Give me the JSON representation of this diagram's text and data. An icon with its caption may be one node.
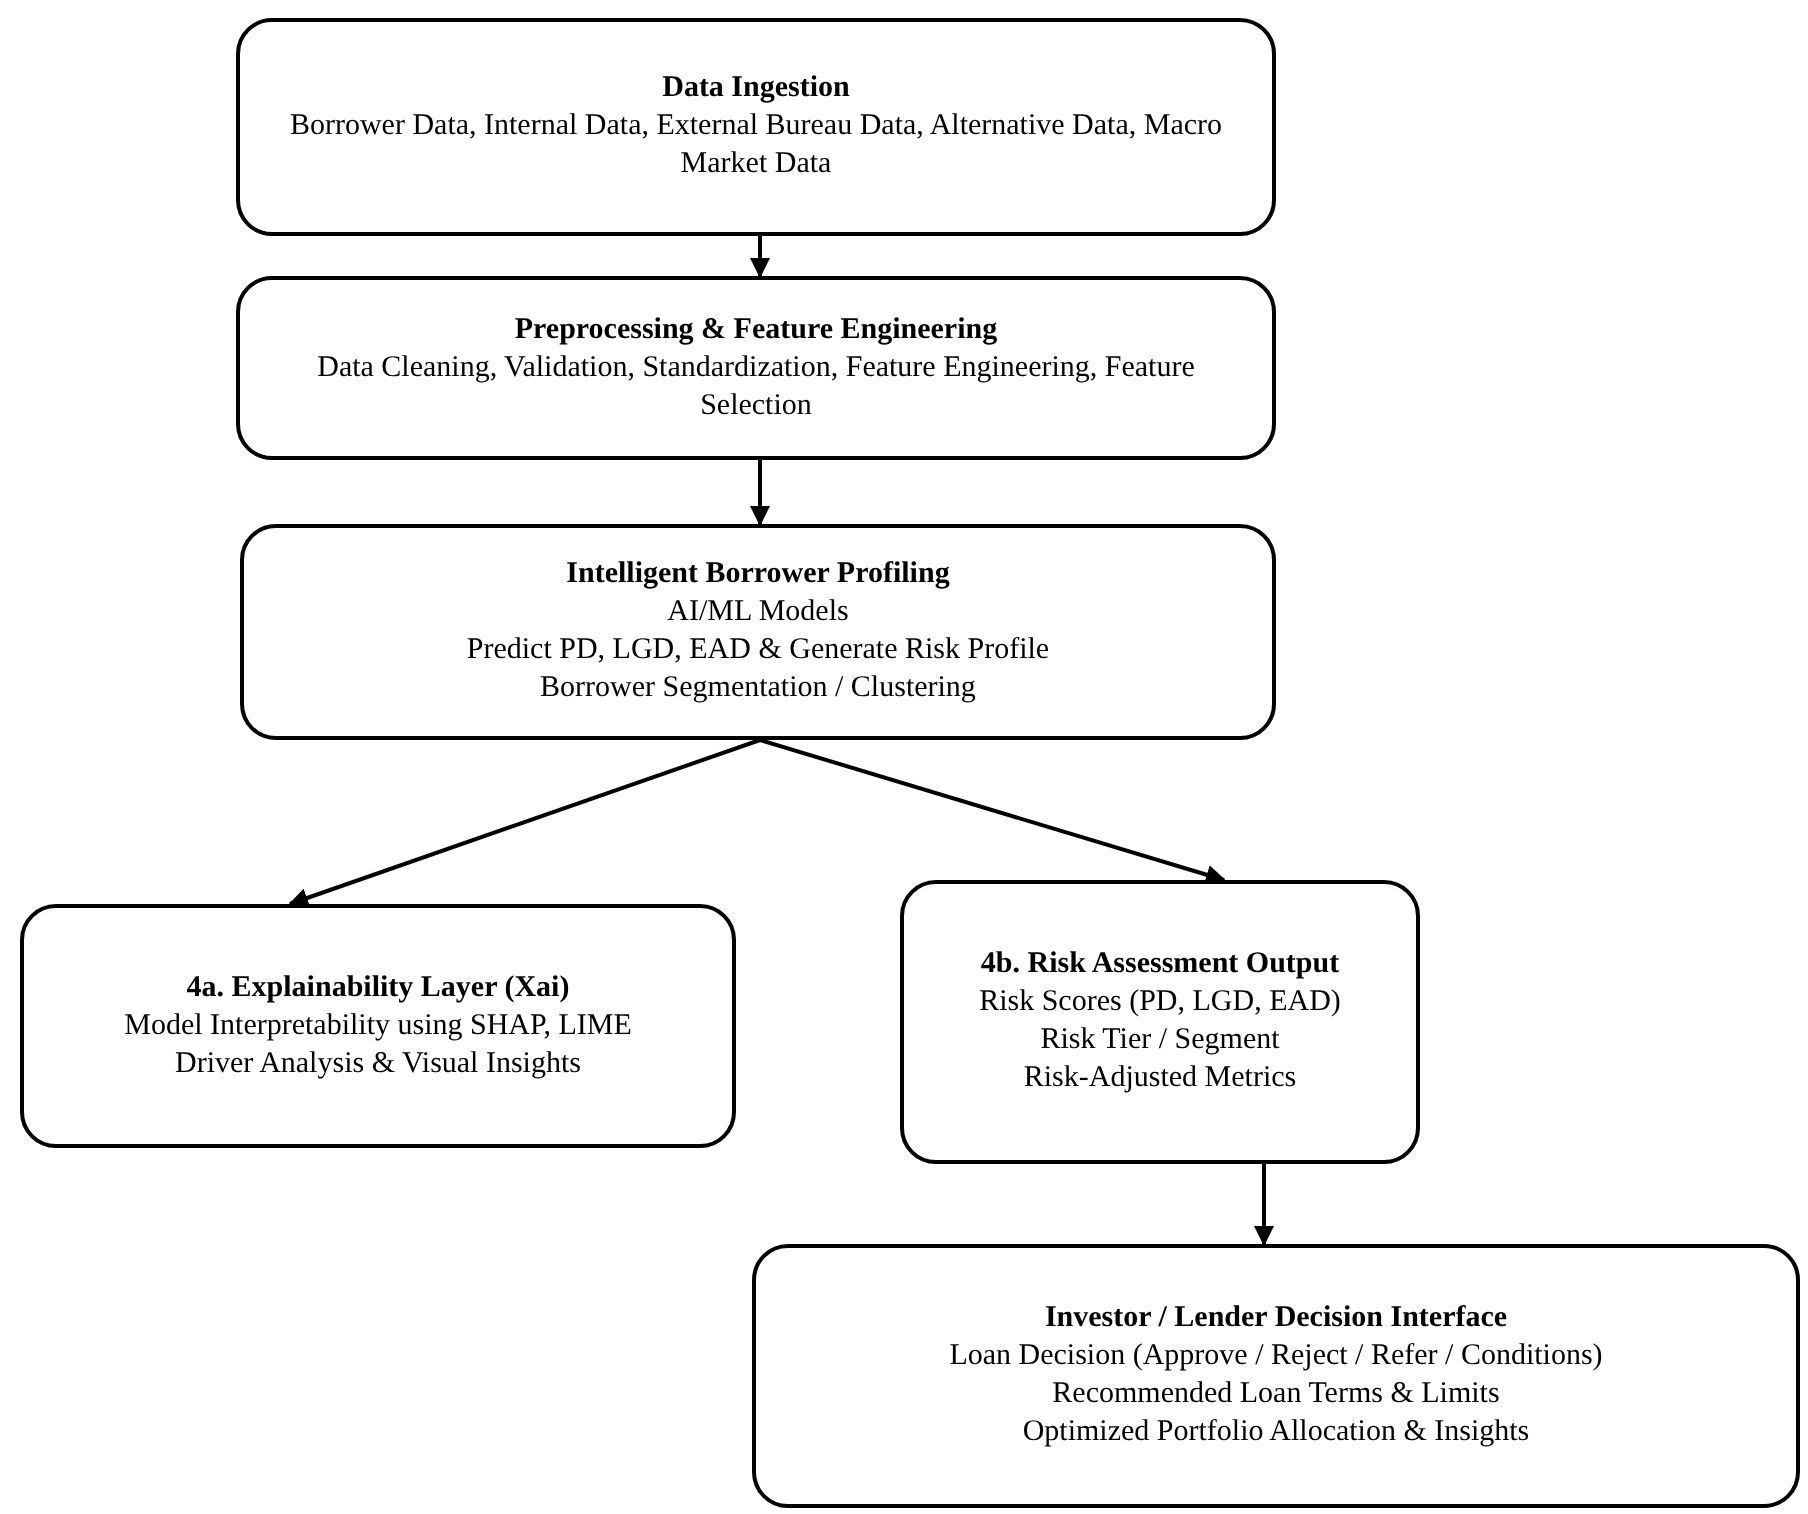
{
  "diagram": {
    "nodes": [
      {
        "text": [
          "Data Ingestion",
          "Borrower Data, Internal Data, External Bureau Data, Alternative Data, Macro Market Data"
        ]
      },
      {
        "text": [
          "Preprocessing & Feature Engineering",
          "Data Cleaning, Validation, Standardization, Feature Engineering, Feature Selection"
        ]
      },
      {
        "text": [
          "Intelligent Borrower Profiling",
          "AI/ML Models",
          "Predict PD, LGD, EAD & Generate Risk Profile",
          "Borrower Segmentation / Clustering"
        ]
      },
      {
        "text": [
          "4a. Explainability Layer (Xai)",
          "Model Interpretability using SHAP, LIME",
          "Driver Analysis & Visual Insights"
        ]
      },
      {
        "text": [
          "4b. Risk Assessment Output",
          "Risk Scores (PD, LGD, EAD)",
          "Risk Tier / Segment",
          "Risk-Adjusted Metrics"
        ]
      },
      {
        "text": [
          "Investor / Lender Decision Interface",
          "Loan Decision (Approve / Reject / Refer / Conditions)",
          "Recommended Loan Terms & Limits",
          "Optimized Portfolio Allocation & Insights"
        ]
      }
    ],
    "edges": [
      {
        "from": 0,
        "to": 1,
        "arrow": "to"
      },
      {
        "from": 1,
        "to": 2,
        "arrow": "to"
      },
      {
        "from": 2,
        "to": 3,
        "arrow": "to"
      },
      {
        "from": 2,
        "to": 4,
        "arrow": "to"
      },
      {
        "from": 4,
        "to": 5,
        "arrow": "to"
      }
    ]
  }
}
